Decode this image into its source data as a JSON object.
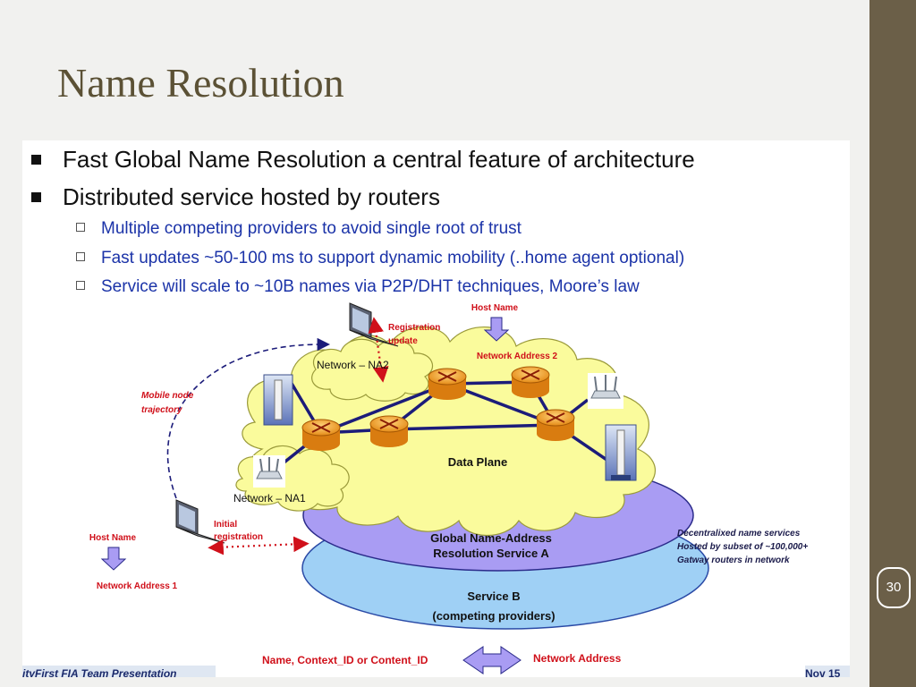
{
  "slide": {
    "title": "Name Resolution",
    "page_number": "30"
  },
  "bullets": [
    {
      "text": "Fast Global Name Resolution a central feature of architecture"
    },
    {
      "text": "Distributed service hosted by routers"
    }
  ],
  "sub_bullets": [
    {
      "text": "Multiple competing providers to avoid single root of trust"
    },
    {
      "text": "Fast updates ~50-100 ms to support dynamic mobility (..home agent optional)"
    },
    {
      "text": "Service will scale to ~10B names via P2P/DHT techniques, Moore’s law"
    }
  ],
  "diagram": {
    "host_name_top": "Host Name",
    "network_address_2": "Network Address 2",
    "registration_update_line1": "Registration",
    "registration_update_line2": "update",
    "network_na2": "Network – NA2",
    "mobile_trajectory_line1": "Mobile node",
    "mobile_trajectory_line2": "trajectory",
    "data_plane": "Data Plane",
    "network_na1": "Network – NA1",
    "initial_registration_line1": "Initial",
    "initial_registration_line2": "registration",
    "host_name_left": "Host Name",
    "network_address_1": "Network Address 1",
    "service_a_line1": "Global Name-Address",
    "service_a_line2": "Resolution Service A",
    "service_b_line1": "Service B",
    "service_b_line2": "(competing providers)",
    "decentralized_line1": "Decentralixed name services",
    "decentralized_line2": "Hosted by subset of  ~100,000+",
    "decentralized_line3": "Gatway routers in network",
    "name_context": "Name, Context_ID or Content_ID",
    "network_address": "Network Address"
  },
  "footer": {
    "left": "ityFirst FIA Team Presentation",
    "right": "Nov 15"
  },
  "colors": {
    "sidebar": "#6b5f48",
    "title": "#5b5135",
    "cloud": "#fafb9c",
    "service_a": "#a99cf3",
    "service_b": "#9fd0f5",
    "router": "#f2a62c",
    "link": "#1c1c7a",
    "label_red": "#d0101a"
  }
}
